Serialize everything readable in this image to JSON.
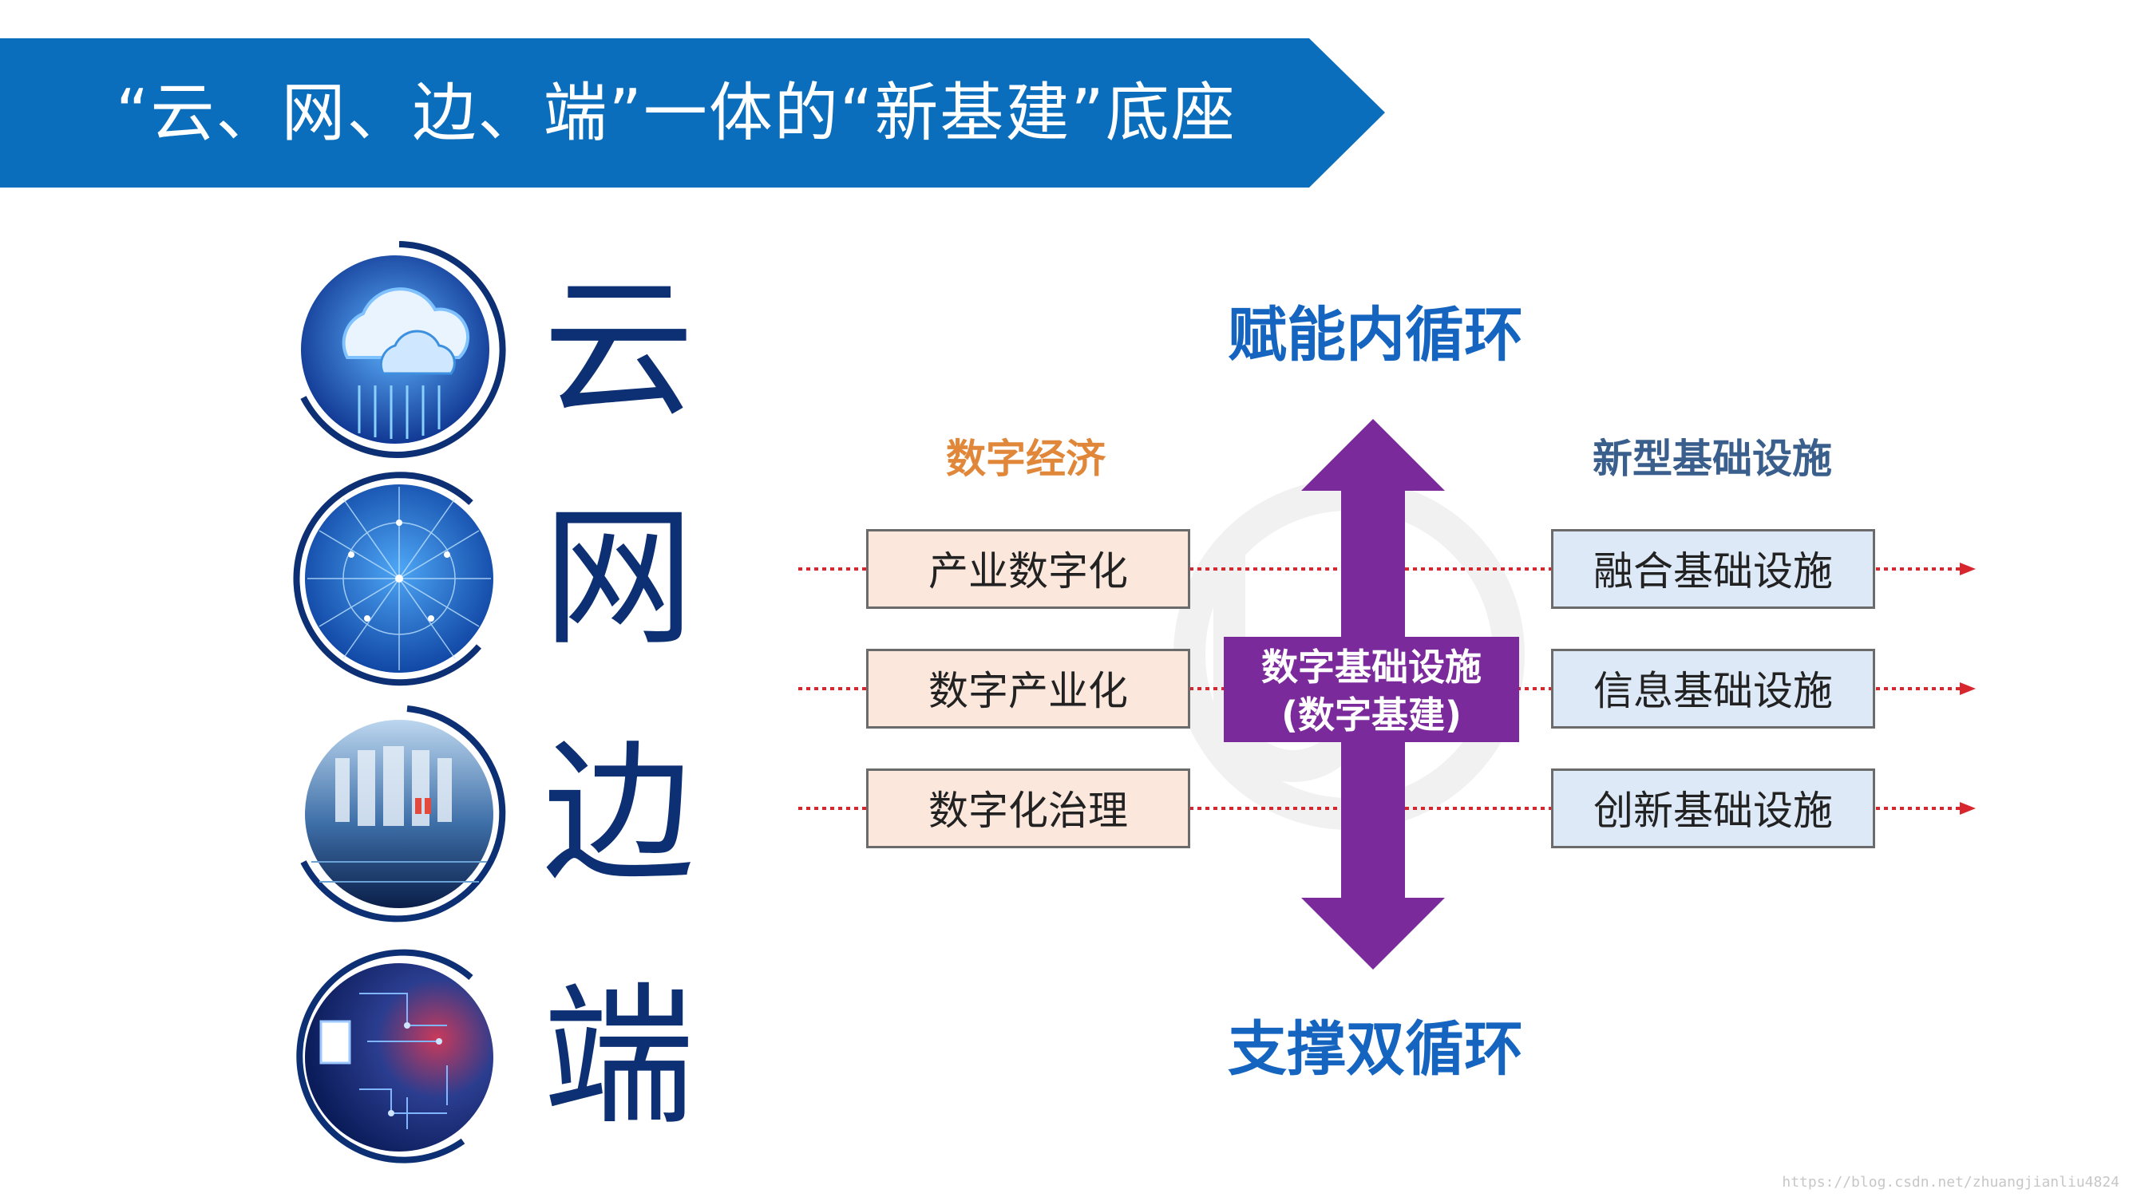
{
  "header": {
    "title": "“云、网、边、端”一体的“新基建”底座"
  },
  "pillars": [
    {
      "char": "云",
      "icon": "cloud-icon"
    },
    {
      "char": "网",
      "icon": "network-globe-icon"
    },
    {
      "char": "边",
      "icon": "edge-datacenter-icon"
    },
    {
      "char": "端",
      "icon": "circuit-chip-icon"
    }
  ],
  "diagram": {
    "top_label": "赋能内循环",
    "bottom_label": "支撑双循环",
    "left_heading": "数字经济",
    "right_heading": "新型基础设施",
    "left_items": [
      "产业数字化",
      "数字产业化",
      "数字化治理"
    ],
    "right_items": [
      "融合基础设施",
      "信息基础设施",
      "创新基础设施"
    ],
    "center_line1": "数字基础设施",
    "center_line2": "(数字基建)"
  },
  "watermark": "https://blog.csdn.net/zhuangjianliu4824",
  "colors": {
    "banner": "#0a6ebd",
    "accent_blue": "#1565c0",
    "dark_navy": "#0d2f73",
    "orange_heading": "#e0873a",
    "right_heading": "#3b5f8c",
    "purple": "#7b2a9c",
    "dotted_red": "#d7262e"
  }
}
